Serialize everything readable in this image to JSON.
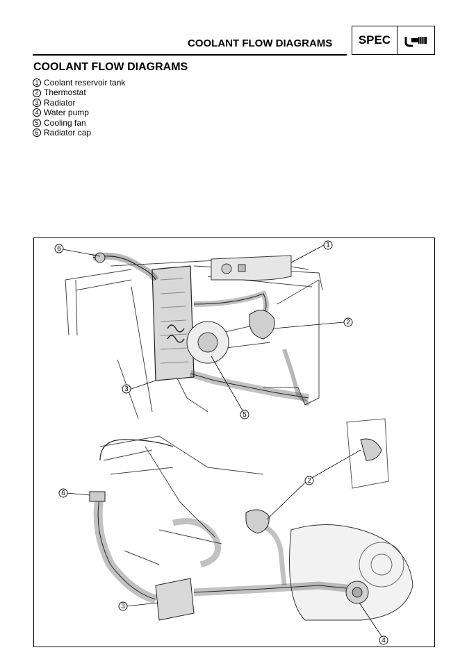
{
  "header": {
    "title": "COOLANT FLOW DIAGRAMS",
    "badge": "SPEC"
  },
  "section_title": "COOLANT FLOW DIAGRAMS",
  "legend": [
    {
      "num": "1",
      "label": "Coolant reservoir tank"
    },
    {
      "num": "2",
      "label": "Thermostat"
    },
    {
      "num": "3",
      "label": "Radiator"
    },
    {
      "num": "4",
      "label": "Water pump"
    },
    {
      "num": "5",
      "label": "Cooling fan"
    },
    {
      "num": "6",
      "label": "Radiator cap"
    }
  ],
  "callouts": {
    "top": [
      "6",
      "1",
      "2",
      "3",
      "5"
    ],
    "bottom": [
      "2",
      "6",
      "3",
      "4"
    ]
  }
}
